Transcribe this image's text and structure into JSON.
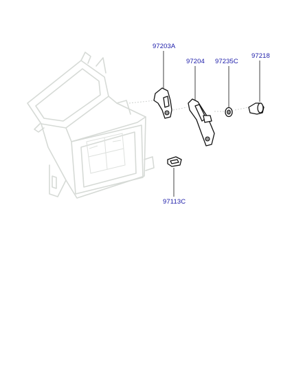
{
  "callouts": [
    {
      "id": "p1",
      "label": "97203A"
    },
    {
      "id": "p2",
      "label": "97204"
    },
    {
      "id": "p3",
      "label": "97235C"
    },
    {
      "id": "p4",
      "label": "97218"
    },
    {
      "id": "p5",
      "label": "97113C"
    }
  ],
  "colors": {
    "callout_text": "#1a1aa8",
    "housing_outline": "#d6dad6",
    "part_outline": "#111111"
  }
}
